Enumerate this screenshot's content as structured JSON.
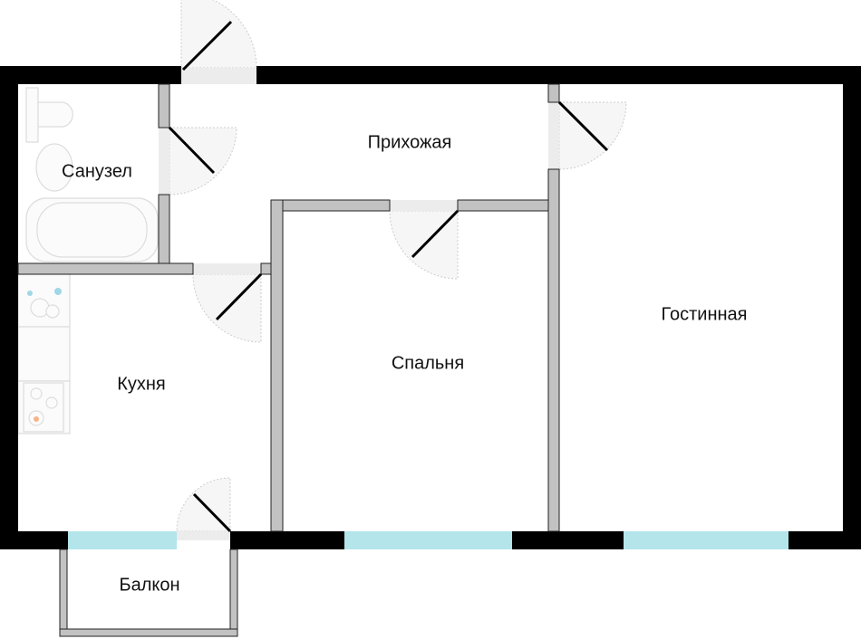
{
  "title": "Floor plan",
  "rooms": {
    "hallway": "Прихожая",
    "bathroom": "Санузел",
    "bedroom": "Спальня",
    "living_room": "Гостинная",
    "kitchen": "Кухня",
    "balcony": "Балкон"
  },
  "colors": {
    "exterior_wall": "#000000",
    "interior_wall": "#c2c2c2",
    "window": "#b3e5ea"
  }
}
